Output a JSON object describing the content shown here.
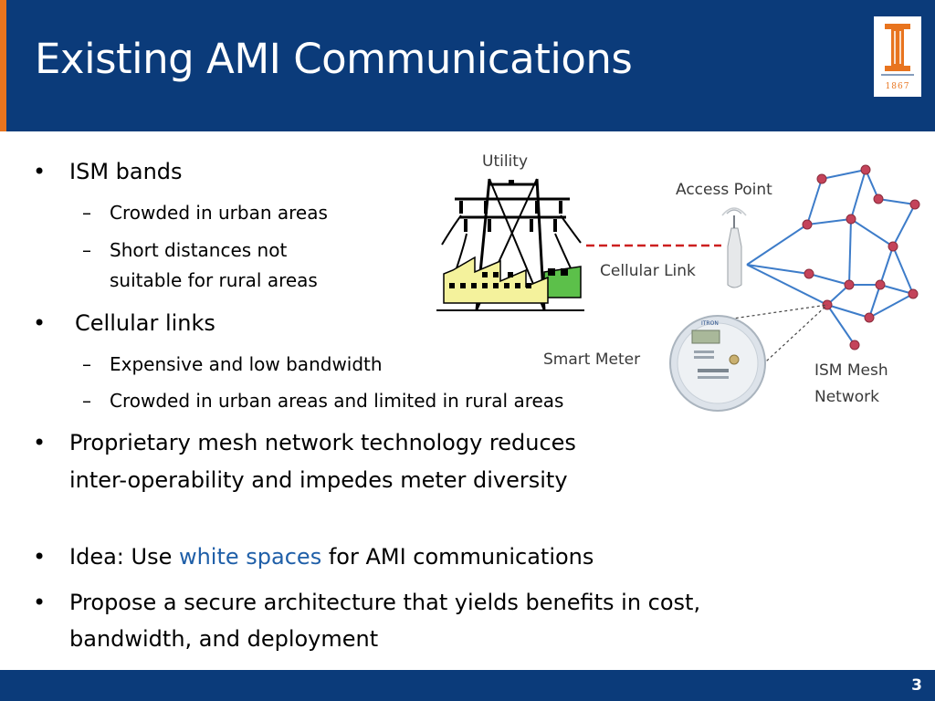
{
  "slide": {
    "title": "Existing AMI Communications",
    "page_number": "3"
  },
  "logo": {
    "year": "1867"
  },
  "bullets": {
    "ism": {
      "marker": "•",
      "text": "ISM bands",
      "subs": [
        {
          "marker": "–",
          "text": "Crowded in urban areas"
        },
        {
          "marker": "–",
          "line1": "Short distances not",
          "line2": "suitable for rural areas"
        }
      ]
    },
    "cellular": {
      "marker": "•",
      "text": "Cellular links",
      "subs": [
        {
          "marker": "–",
          "text": "Expensive and low bandwidth"
        },
        {
          "marker": "–",
          "text": "Crowded in urban areas and limited in rural areas"
        }
      ]
    },
    "mesh": {
      "marker": "•",
      "line1": "Proprietary mesh network technology reduces",
      "line2": "inter-operability and impedes meter diversity"
    },
    "idea": {
      "marker": "•",
      "prefix": "Idea: Use ",
      "highlight": "white spaces",
      "suffix": " for AMI communications"
    },
    "propose": {
      "marker": "•",
      "line1": "Propose a secure architecture that yields benefits in cost,",
      "line2": "bandwidth, and deployment"
    }
  },
  "diagram": {
    "utility_label": "Utility",
    "access_point_label": "Access Point",
    "cellular_link_label": "Cellular Link",
    "smart_meter_label": "Smart Meter",
    "mesh_label_line1": "ISM Mesh",
    "mesh_label_line2": "Network",
    "meter_brand": "ITRON"
  },
  "colors": {
    "header": "#0b3b7a",
    "accent": "#e8741e",
    "highlight": "#1f5fa8",
    "mesh_line": "#3d7cc9",
    "mesh_node": "#c4435a",
    "cellular_link": "#cc1f1f"
  }
}
